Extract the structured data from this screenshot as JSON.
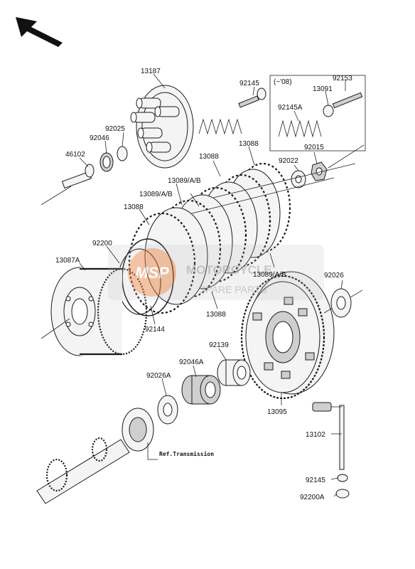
{
  "labels": {
    "p13187": "13187",
    "p92145_top": "92145",
    "p92153": "92153",
    "p13091": "13091",
    "p92145A": "92145A",
    "p92025": "92025",
    "p92046": "92046",
    "p46102": "46102",
    "p13088_a": "13088",
    "p13088_b": "13088",
    "p13089_a": "13089/A/B",
    "p13089_b": "13089/A/B",
    "p13088_c": "13088",
    "p92022": "92022",
    "p92015": "92015",
    "p92200": "92200",
    "p13087A": "13087A",
    "p13089_c": "13089/A/B",
    "p92026": "92026",
    "p13088_d": "13088",
    "p92144": "92144",
    "p92139": "92139",
    "p92046A": "92046A",
    "p92026A": "92026A",
    "p13095": "13095",
    "p13102": "13102",
    "p92145_bot": "92145",
    "p92200A": "92200A"
  },
  "inset_note": "(~'08)",
  "ref_text": "Ref.Transmission",
  "watermark": {
    "logo_text": "MSP",
    "brand_line1": "MOTORCYCLE",
    "brand_line2": "SPARE PARTS"
  },
  "colors": {
    "line": "#222222",
    "watermark_orange": "#e87c3a",
    "watermark_gray": "#9a9a9a"
  },
  "icons": {
    "direction": "direction-arrow-icon"
  }
}
